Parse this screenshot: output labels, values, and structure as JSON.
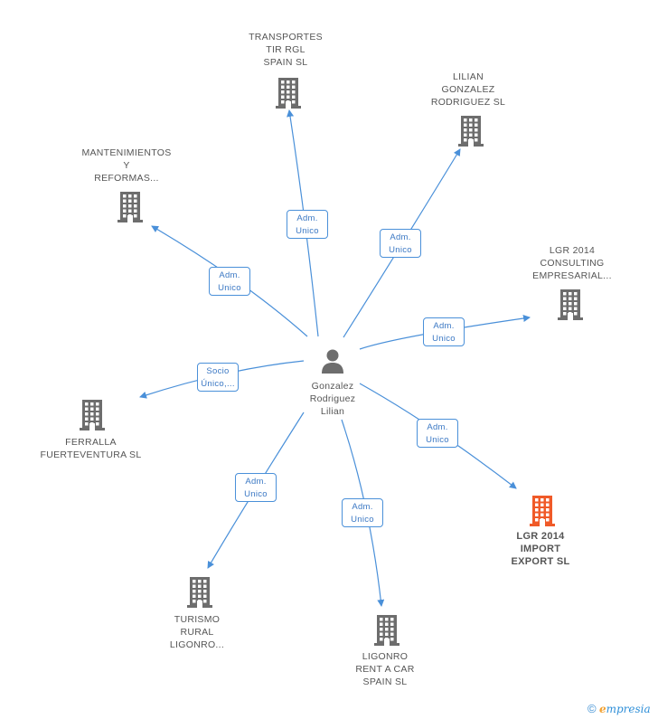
{
  "center": {
    "name_lines": [
      "Gonzalez",
      "Rodriguez",
      "Lilian"
    ],
    "icon": "person-icon"
  },
  "nodes": [
    {
      "id": "transportes",
      "lines": [
        "TRANSPORTES",
        "TIR RGL",
        "SPAIN SL"
      ],
      "icon": "building-icon",
      "color": "#6d6d6d"
    },
    {
      "id": "lilian-gonzalez",
      "lines": [
        "LILIAN",
        "GONZALEZ",
        "RODRIGUEZ SL"
      ],
      "icon": "building-icon",
      "color": "#6d6d6d"
    },
    {
      "id": "mantenimientos",
      "lines": [
        "MANTENIMIENTOS",
        "Y",
        "REFORMAS..."
      ],
      "icon": "building-icon",
      "color": "#6d6d6d"
    },
    {
      "id": "lgr-consulting",
      "lines": [
        "LGR 2014",
        "CONSULTING",
        "EMPRESARIAL..."
      ],
      "icon": "building-icon",
      "color": "#6d6d6d"
    },
    {
      "id": "ferralla",
      "lines": [
        "FERRALLA",
        "FUERTEVENTURA SL"
      ],
      "icon": "building-icon",
      "color": "#6d6d6d"
    },
    {
      "id": "lgr-import",
      "lines": [
        "LGR 2014",
        "IMPORT",
        "EXPORT SL"
      ],
      "icon": "building-icon",
      "color": "#f05a28"
    },
    {
      "id": "turismo",
      "lines": [
        "TURISMO",
        "RURAL",
        "LIGONRO..."
      ],
      "icon": "building-icon",
      "color": "#6d6d6d"
    },
    {
      "id": "ligonro",
      "lines": [
        "LIGONRO",
        "RENT A CAR",
        "SPAIN SL"
      ],
      "icon": "building-icon",
      "color": "#6d6d6d"
    }
  ],
  "edges": [
    {
      "to": "transportes",
      "label": [
        "Adm.",
        "Unico"
      ]
    },
    {
      "to": "lilian-gonzalez",
      "label": [
        "Adm.",
        "Unico"
      ]
    },
    {
      "to": "mantenimientos",
      "label": [
        "Adm.",
        "Unico"
      ]
    },
    {
      "to": "lgr-consulting",
      "label": [
        "Adm.",
        "Unico"
      ]
    },
    {
      "to": "ferralla",
      "label": [
        "Socio",
        "Único,..."
      ]
    },
    {
      "to": "lgr-import",
      "label": [
        "Adm.",
        "Unico"
      ]
    },
    {
      "to": "turismo",
      "label": [
        "Adm.",
        "Unico"
      ]
    },
    {
      "to": "ligonro",
      "label": [
        "Adm.",
        "Unico"
      ]
    }
  ],
  "footer": {
    "copyright_symbol": "©",
    "brand_initial": "e",
    "brand_rest": "mpresia"
  },
  "colors": {
    "edge": "#4a90d9",
    "building": "#6d6d6d",
    "highlight": "#f05a28",
    "person": "#6d6d6d"
  }
}
